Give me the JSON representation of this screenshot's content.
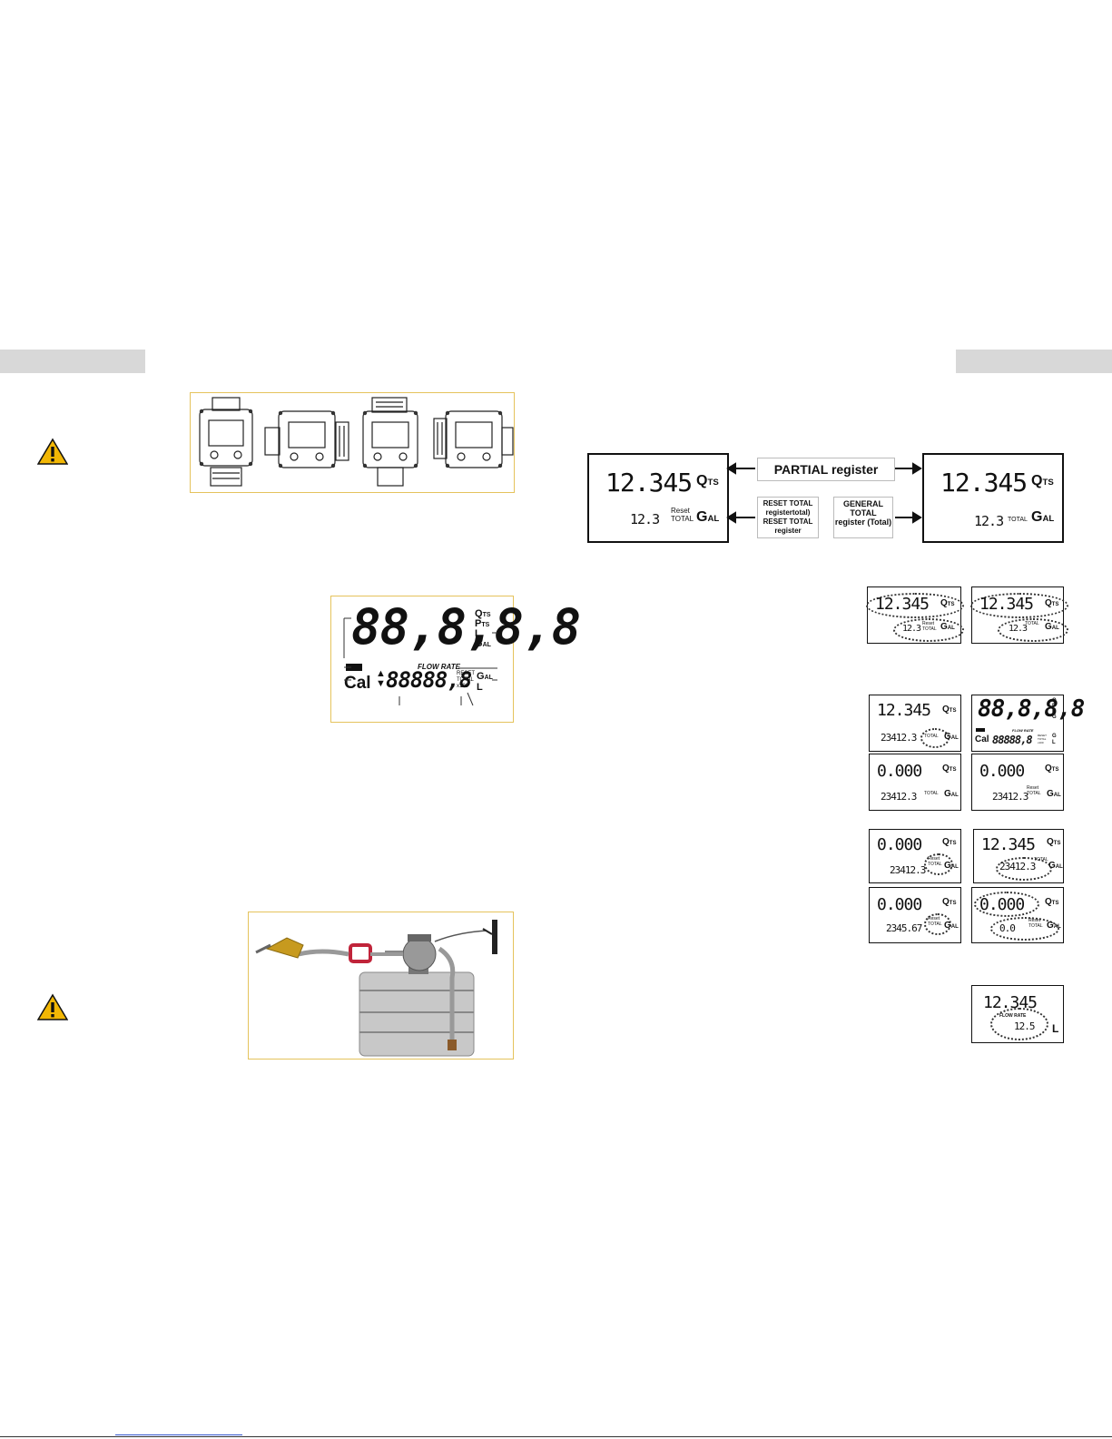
{
  "big_display": {
    "digits": "88,8,8,8",
    "units_top": [
      "Q",
      "TS",
      "P",
      "TS",
      "L",
      "G",
      "AL"
    ],
    "flow_rate": "FLOW RATE",
    "cal": "Cal",
    "small_digits": "88888,8",
    "reset": "RESET",
    "total": "TOTAL",
    "x100": "x100",
    "units_bottom_g": "G",
    "units_bottom_al": "AL",
    "units_bottom_l": "L"
  },
  "register_diagram": {
    "partial_label": "PARTIAL register",
    "reset_label": "RESET TOTAL registertotal) RESET TOTAL register",
    "general_label": "GENERAL TOTAL register (Total)",
    "left": {
      "main": "12.345",
      "sub": "12.3",
      "reset": "Reset",
      "total": "TOTAL"
    },
    "right": {
      "main": "12.345",
      "sub": "12.3",
      "total": "TOTAL"
    },
    "unit_q": "Q",
    "unit_q_sub": "TS",
    "unit_g": "G",
    "unit_g_sub": "AL"
  },
  "thumbs": {
    "t1": {
      "main": "12.345",
      "sub": "12.3",
      "reset": "Reset",
      "total": "TOTAL"
    },
    "t2": {
      "main": "12.345",
      "sub": "12.3",
      "total": "TOTAL"
    },
    "t3": {
      "main": "12.345",
      "sub": "23412.3",
      "total": "TOTAL"
    },
    "t4": {
      "main": "88,8,8,8",
      "flow": "FLOW RATE",
      "cal": "Cal",
      "sub": "88888,8",
      "reset": "RESET",
      "total": "TOTAL",
      "x100": "x100"
    },
    "t5": {
      "main": "0.000",
      "sub": "23412.3",
      "total": "TOTAL"
    },
    "t6": {
      "main": "0.000",
      "sub": "23412.3",
      "reset": "Reset",
      "total": "TOTAL"
    },
    "t7": {
      "main": "0.000",
      "sub": "23412.3",
      "reset": "Reset",
      "total": "TOTAL"
    },
    "t8": {
      "main": "12.345",
      "sub": "23412.3",
      "total": "TOTAL"
    },
    "t9": {
      "main": "0.000",
      "sub": "2345.67",
      "reset": "Reset",
      "total": "TOTAL"
    },
    "t10": {
      "main": "0.000",
      "sub": "0.0",
      "reset": "Reset",
      "total": "TOTAL"
    },
    "t11": {
      "main": "12.345",
      "flow": "FLOW RATE",
      "sub": "12.5",
      "unit": "L"
    }
  }
}
